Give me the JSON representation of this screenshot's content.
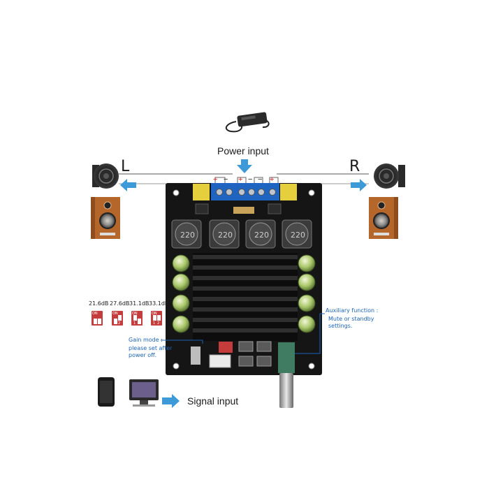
{
  "labels": {
    "power_input": "Power input",
    "left_channel": "L",
    "right_channel": "R",
    "signal_input": "Signal input",
    "aux_title": "Auxiliary function :",
    "aux_desc_1": "Mute or standby",
    "aux_desc_2": "settings.",
    "gain_title": "Gain mode :",
    "gain_desc_1": "please set after",
    "gain_desc_2": "power off.",
    "polarity_plus": "+",
    "polarity_minus": "−"
  },
  "gain_settings": [
    {
      "db": "21.6dB",
      "on": "ON",
      "sw1": "1",
      "sw2": "2"
    },
    {
      "db": "27.6dB",
      "on": "ON",
      "sw1": "1",
      "sw2": "2"
    },
    {
      "db": "31.1dB",
      "on": "ON",
      "sw1": "1",
      "sw2": "2"
    },
    {
      "db": "33.1dB",
      "on": "ON",
      "sw1": "1",
      "sw2": "2"
    }
  ],
  "inductor_label": "220",
  "colors": {
    "arrow": "#3d9ad8",
    "board": "#151515",
    "heatsink": "#0d0d0d",
    "terminal_blue": "#1e64c0",
    "terminal_yellow": "#e6cf3c",
    "dip_red": "#c43c3c",
    "callout_blue": "#1b63b5",
    "speaker_wood": "#b5672b"
  }
}
